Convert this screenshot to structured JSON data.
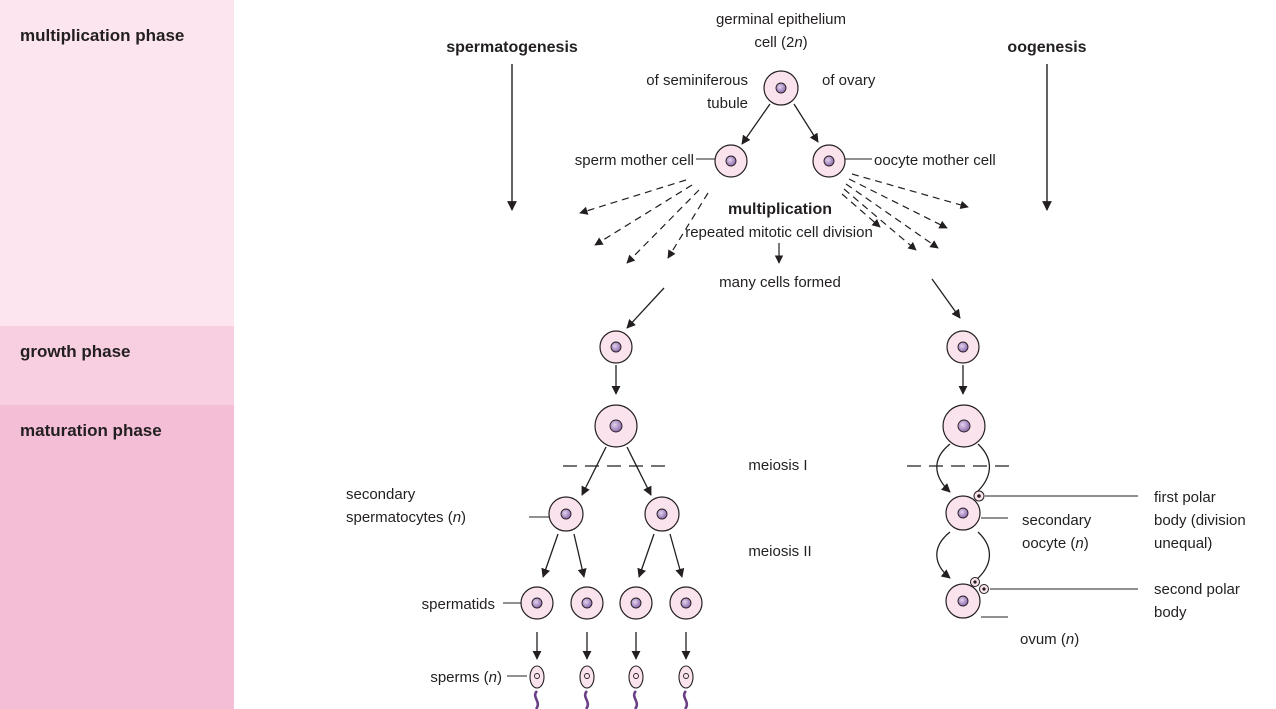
{
  "phases": {
    "multiplication": "multiplication phase",
    "growth": "growth phase",
    "maturation": "maturation phase"
  },
  "headings": {
    "left": "spermatogenesis",
    "right": "oogenesis"
  },
  "labels": {
    "germinal_line1": "germinal epithelium",
    "germinal_line2_pre": "cell (2",
    "germinal_line2_n": "n",
    "germinal_line2_post": ")",
    "seminiferous_line1": "of seminiferous",
    "seminiferous_line2": "tubule",
    "ovary": "of ovary",
    "sperm_mother": "sperm mother cell",
    "oocyte_mother": "oocyte mother cell",
    "multiplication": "multiplication",
    "repeated": "repeated mitotic cell division",
    "many_cells": "many cells formed",
    "meiosis1": "meiosis I",
    "meiosis2": "meiosis II",
    "sec_sperm_line1": "secondary",
    "sec_sperm_line2": "spermatocytes (",
    "n": "n",
    "close_paren": ")",
    "spermatids": "spermatids",
    "sperms": "sperms (",
    "first_polar_line1": "first polar",
    "first_polar_line2": "body (division",
    "first_polar_line3": "unequal)",
    "sec_oocyte_line1": "secondary",
    "sec_oocyte_line2": "oocyte (",
    "second_polar_line1": "second polar",
    "second_polar_line2": "body",
    "ovum": "ovum ("
  },
  "colors": {
    "cell_fill": "#fbe3ee",
    "nucleus_fill": "#b59ac8",
    "line": "#231f20",
    "tail": "#6b3f86"
  }
}
